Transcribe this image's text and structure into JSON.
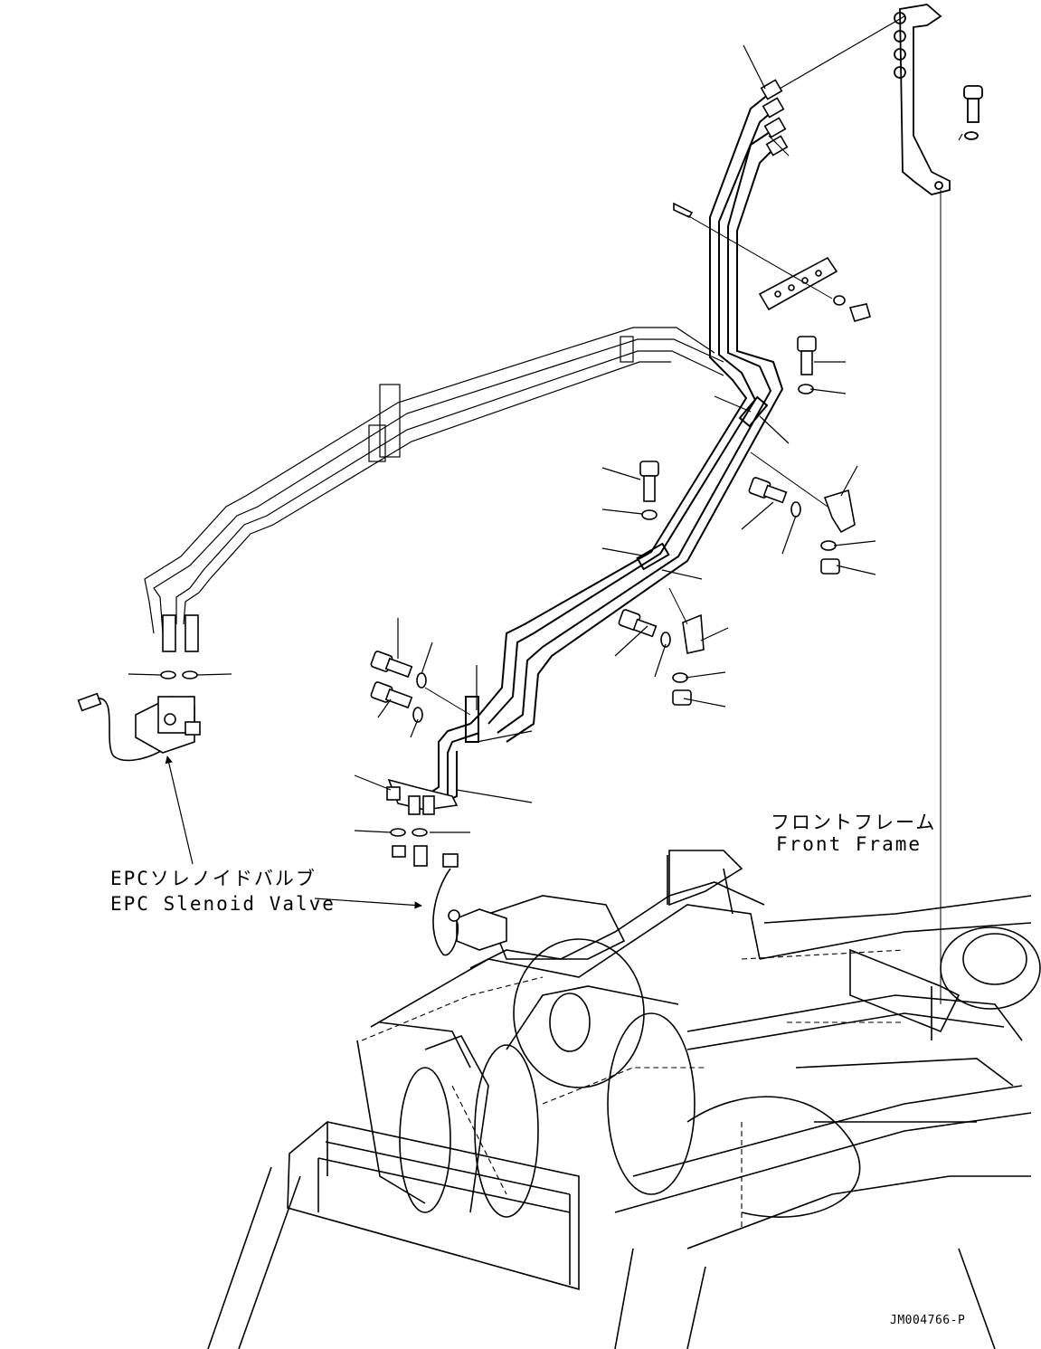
{
  "labels": {
    "epc_jp": "EPCソレノイドバルブ",
    "epc_en": "EPC Slenoid Valve",
    "frame_jp": "フロントフレーム",
    "frame_en": "Front Frame",
    "drawing_no": "JM004766-P"
  }
}
